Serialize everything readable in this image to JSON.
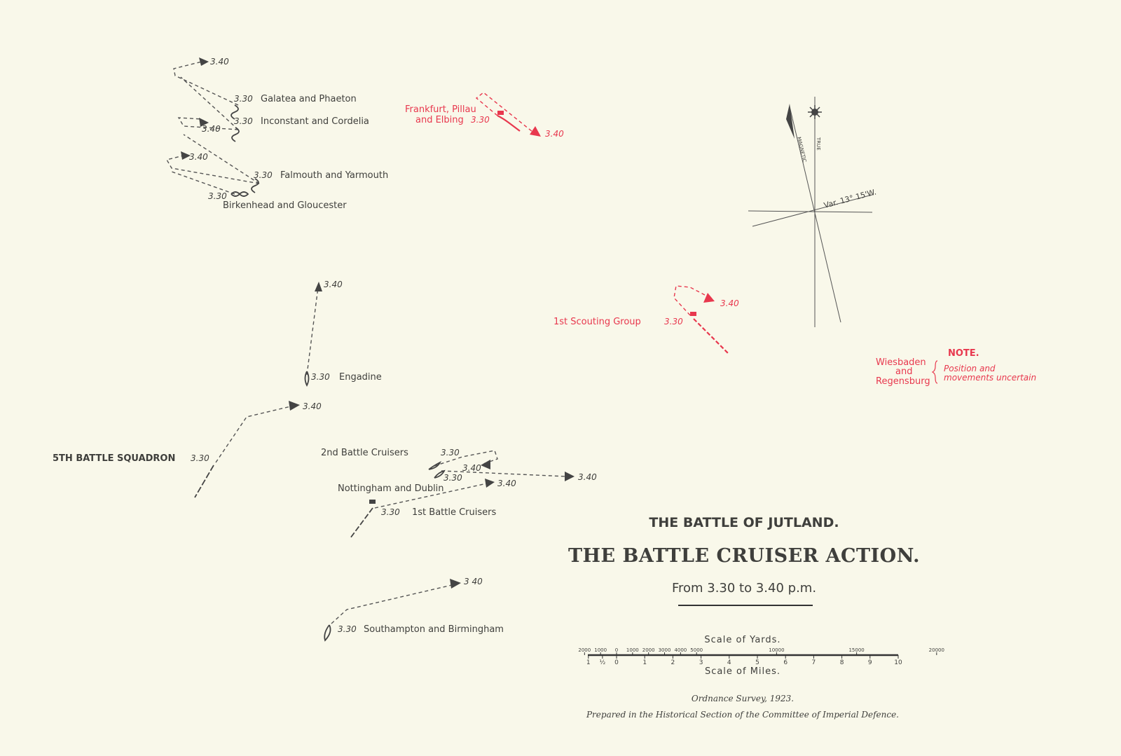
{
  "colors": {
    "background": "#f9f8ea",
    "ink": "#3f3f3c",
    "german": "#e8384e"
  },
  "title": {
    "heading": "THE BATTLE OF JUTLAND.",
    "main": "THE BATTLE CRUISER ACTION.",
    "subtitle": "From 3.30 to 3.40 p.m."
  },
  "british": [
    {
      "name": "Galatea and Phaeton",
      "t1": "3.30",
      "t2": "3.40"
    },
    {
      "name": "Inconstant and Cordelia",
      "t1": "3.30",
      "t2": "3.40"
    },
    {
      "name": "Falmouth and Yarmouth",
      "t1": "3.30",
      "t2": "3.40"
    },
    {
      "name": "Birkenhead and Gloucester",
      "t1": "3.30"
    },
    {
      "name": "Engadine",
      "t1": "3.30",
      "t2": "3.40"
    },
    {
      "name": "5TH BATTLE SQUADRON",
      "t1": "3.30",
      "t2": "3.40"
    },
    {
      "name": "2nd Battle Cruisers",
      "t1": "3.30",
      "t2": "3.40"
    },
    {
      "name": "Nottingham and Dublin",
      "t1": "3.30",
      "t2": "3.40"
    },
    {
      "name": "1st Battle Cruisers",
      "t1": "3.30",
      "t2": "3.40"
    },
    {
      "name": "Southampton and Birmingham",
      "t1": "3.30",
      "t2": "3 40"
    }
  ],
  "german": [
    {
      "name_line1": "Frankfurt, Pillau",
      "name_line2": "and Elbing",
      "t1": "3.30",
      "t2": "3.40"
    },
    {
      "name": "1st Scouting Group",
      "t1": "3.30",
      "t2": "3.40"
    },
    {
      "name_line1": "Wiesbaden",
      "name_line2": "and",
      "name_line3": "Regensburg"
    }
  ],
  "note": {
    "heading": "NOTE.",
    "line1": "Position and",
    "line2": "movements uncertain"
  },
  "compass": {
    "true_label": "TRUE",
    "magnetic_label": "MAGNETIC",
    "variation": "Var. 13° 15'W."
  },
  "scale": {
    "yards_title": "Scale of Yards.",
    "miles_title": "Scale of Miles.",
    "yard_ticks": [
      "2000",
      "1000",
      "0",
      "1000",
      "2000",
      "3000",
      "4000",
      "5000",
      "10000",
      "15000",
      "20000"
    ],
    "mile_ticks": [
      "1",
      "½",
      "0",
      "1",
      "2",
      "3",
      "4",
      "5",
      "6",
      "7",
      "8",
      "9",
      "10"
    ]
  },
  "footer": {
    "line1": "Ordnance Survey, 1923.",
    "line2": "Prepared in the Historical Section of the Committee of Imperial Defence."
  }
}
